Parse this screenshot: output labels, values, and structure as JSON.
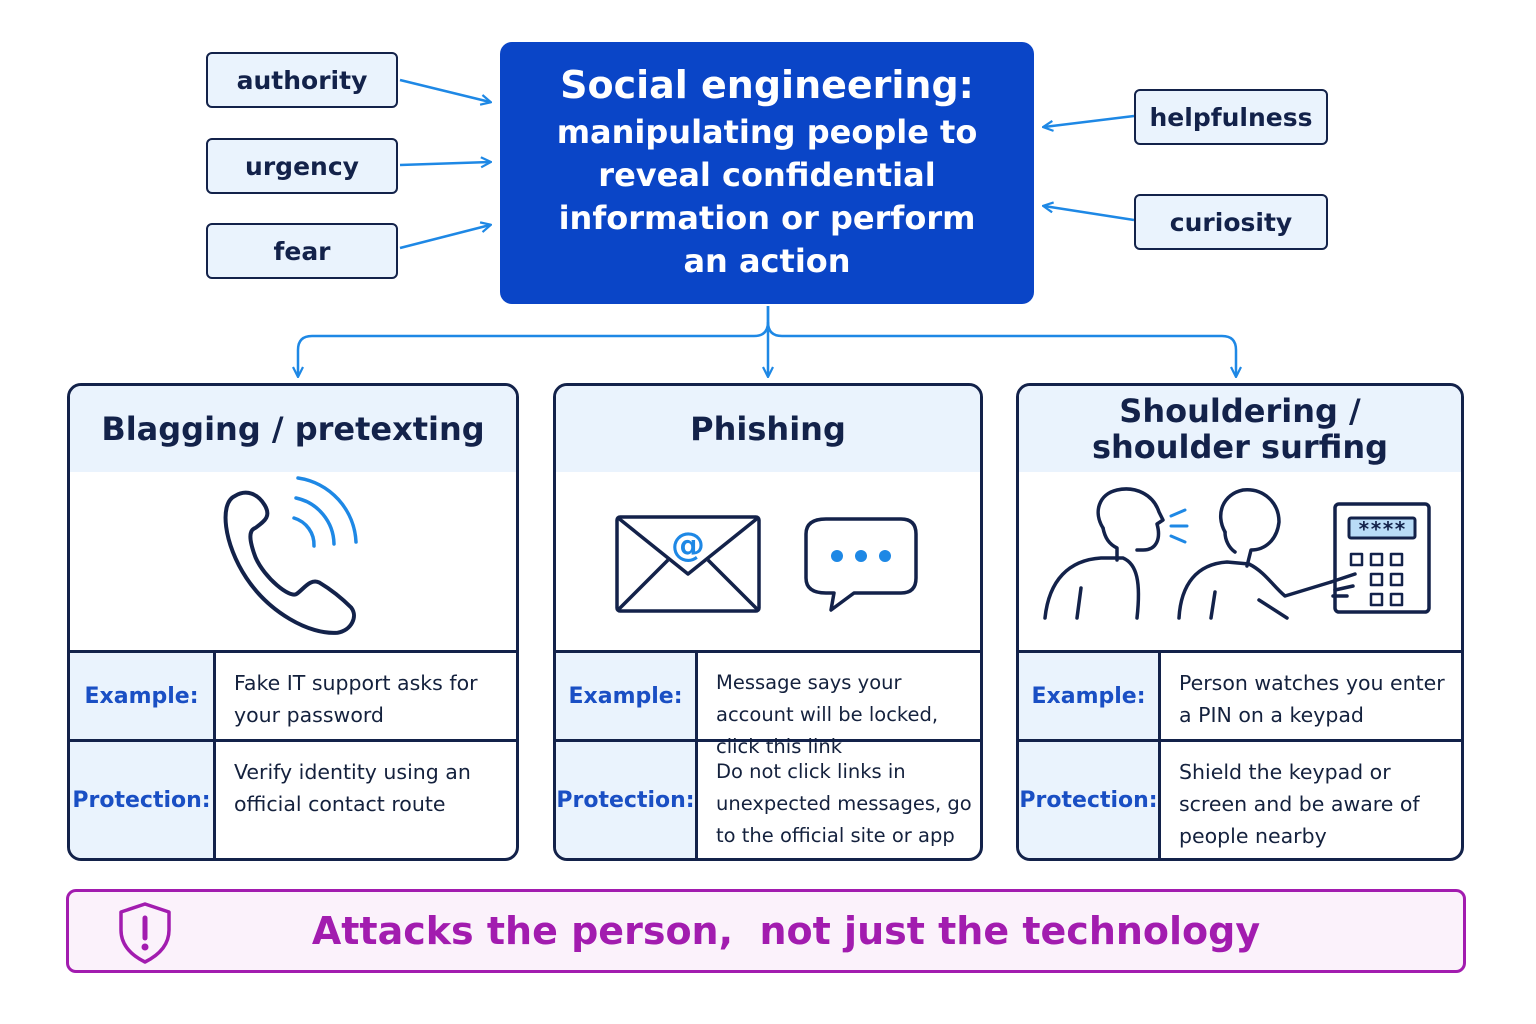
{
  "central": {
    "title": "Social engineering:",
    "definition": "manipulating people to reveal confidential information or perform an action"
  },
  "factors_left": [
    "authority",
    "urgency",
    "fear"
  ],
  "factors_right": [
    "helpfulness",
    "curiosity"
  ],
  "methods": [
    {
      "title": "Blagging / pretexting",
      "example_label": "Example:",
      "example": "Fake IT support asks for your password",
      "protection_label": "Protection:",
      "protection": "Verify identity using an official contact route",
      "icon": "phone-ringing-icon"
    },
    {
      "title": "Phishing",
      "example_label": "Example:",
      "example": "Message says your account will be locked, click this link",
      "protection_label": "Protection:",
      "protection": "Do not click links in unexpected messages, go to the official site or app",
      "icon": "email-and-chat-icon"
    },
    {
      "title": "Shouldering / shoulder surfing",
      "example_label": "Example:",
      "example": "Person watches you enter a PIN on a keypad",
      "protection_label": "Protection:",
      "protection": "Shield the keypad or screen and be aware of people nearby",
      "icon": "people-watching-keypad-icon",
      "keypad_display": "****"
    }
  ],
  "banner": {
    "text": "Attacks the person,  not just the technology",
    "icon": "shield-warning-icon"
  },
  "colors": {
    "primary": "#0a45c7",
    "navy": "#13224a",
    "accent": "#1e88e5",
    "light": "#eaf3fd",
    "banner": "#a21caf"
  }
}
